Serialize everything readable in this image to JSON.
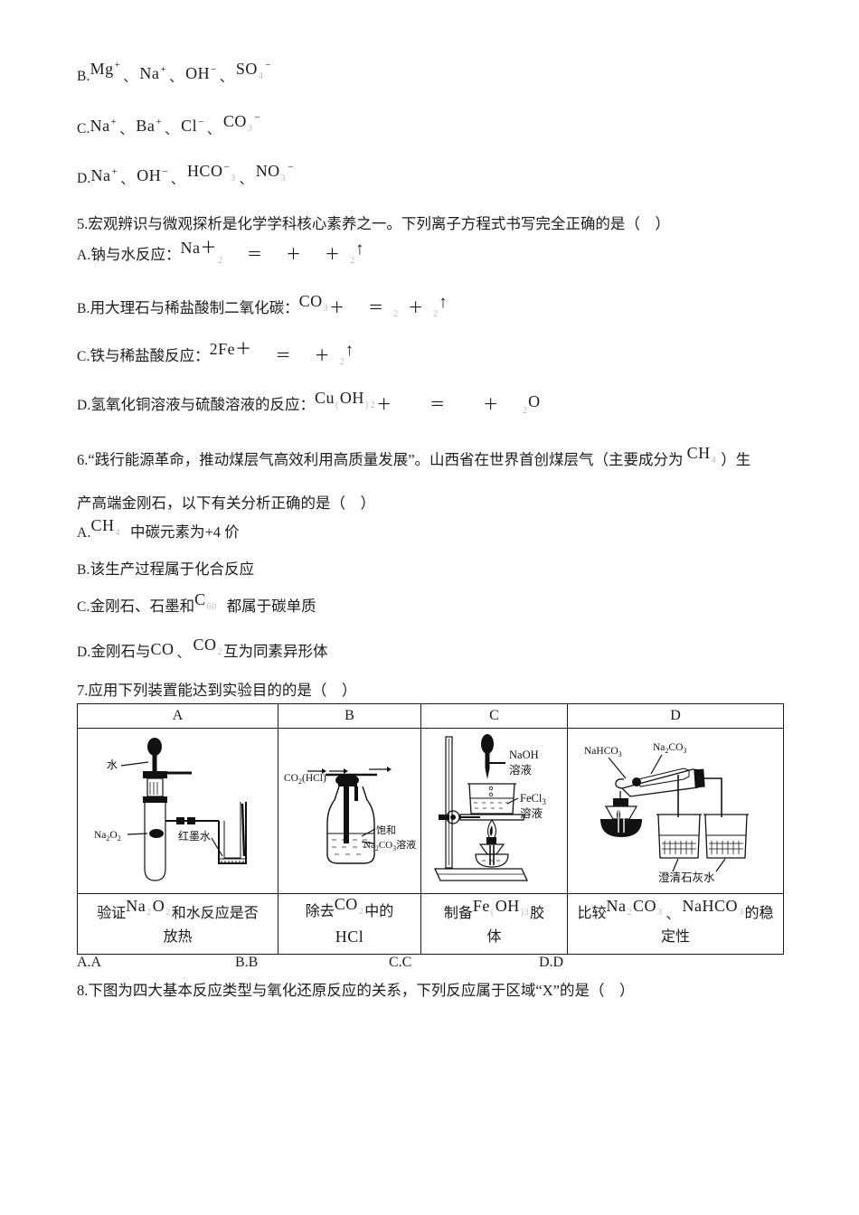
{
  "page": {
    "background": "#ffffff",
    "text_color": "#1c1c1c"
  },
  "question4_options": [
    {
      "letter": "B.",
      "ions": [
        "Mg",
        "Na",
        "OH",
        "SO"
      ],
      "charges": [
        "+",
        "+",
        "−",
        "−"
      ],
      "separator": "、"
    },
    {
      "letter": "C.",
      "ions": [
        "Na",
        "Ba",
        "Cl",
        "CO"
      ],
      "charges": [
        "+",
        "+",
        "−",
        "−"
      ],
      "separator": "、"
    },
    {
      "letter": "D.",
      "ions": [
        "Na",
        "OH",
        "HCO",
        "NO"
      ],
      "charges": [
        "+",
        "−",
        "−",
        "−"
      ],
      "separator": "、"
    }
  ],
  "question5": {
    "stem": "5.宏观辨识与微观探析是化学学科核心素养之一。下列离子方程式书写完全正确的是（　）",
    "options": [
      {
        "letter": "A.",
        "label": "钠与水反应：",
        "formula_parts": [
          "Na＋",
          "＝",
          "＋",
          "＋",
          "↑"
        ]
      },
      {
        "letter": "B.",
        "label": "用大理石与稀盐酸制二氧化碳：",
        "formula_parts": [
          "CO",
          "＋",
          "＝",
          "＋",
          "↑"
        ]
      },
      {
        "letter": "C.",
        "label": "铁与稀盐酸反应：",
        "formula_parts": [
          "2Fe＋",
          "＝",
          "＋",
          "↑"
        ]
      },
      {
        "letter": "D.",
        "label": "氢氧化铜溶液与硫酸溶液的反应：",
        "formula_parts": [
          "Cu",
          "OH",
          "＋",
          "＝",
          "＋",
          "O"
        ]
      }
    ]
  },
  "question6": {
    "stem_part1": "6.“践行能源革命，推动煤层气高效利用高质量发展”。山西省在世界首创煤层气（主要成分为",
    "stem_formula": "CH",
    "stem_part2": "）生",
    "stem_line2": "产高端金刚石，以下有关分析正确的是（　）",
    "options": [
      {
        "letter": "A.",
        "formula": "CH",
        "text": "中碳元素为+4 价"
      },
      {
        "letter": "B.",
        "formula": "",
        "text": "该生产过程属于化合反应"
      },
      {
        "letter": "C.",
        "pre": "金刚石、石墨和",
        "formula": "C",
        "text": "都属于碳单质"
      },
      {
        "letter": "D.",
        "pre": "金刚石与",
        "formula1": "CO",
        "sep": "、",
        "formula2": "CO",
        "text": "互为同素异形体"
      }
    ]
  },
  "question7": {
    "stem": "7.应用下列装置能达到实验目的的是（　）",
    "headers": [
      "A",
      "B",
      "C",
      "D"
    ],
    "figures": [
      {
        "name": "na2o2-water-test-tube",
        "labels": [
          "水",
          "Na₂O₂",
          "红墨水"
        ]
      },
      {
        "name": "gas-wash-bottle",
        "labels": [
          "CO₂(HCl)",
          "饱和",
          "Na₂CO₃溶液"
        ]
      },
      {
        "name": "fecl3-heating-beaker",
        "labels": [
          "NaOH",
          "溶液",
          "FeCl₃",
          "溶液"
        ]
      },
      {
        "name": "nahco3-na2co3-decomposition",
        "labels": [
          "NaHCO₃",
          "Na₂CO₃",
          "澄清石灰水"
        ]
      }
    ],
    "purposes": [
      {
        "pre": "验证",
        "f1": "Na",
        "f2": "O",
        "post": "和水反应是否",
        "line2": "放热"
      },
      {
        "pre": "除去",
        "f1": "CO",
        "post": "中的",
        "line2": "HCl"
      },
      {
        "pre": "制备",
        "f1": "Fe",
        "f2": "OH",
        "post": "胶",
        "line2": "体"
      },
      {
        "pre": "比较",
        "f1": "Na",
        "f2": "CO",
        "sep": "、",
        "f3": "NaHCO",
        "post": "的稳",
        "line2": "定性"
      }
    ],
    "answers": [
      "A.A",
      "B.B",
      "C.C",
      "D.D"
    ]
  },
  "question8": {
    "stem": "8.下图为四大基本反应类型与氧化还原反应的关系，下列反应属于区域“X”的是（　）"
  }
}
